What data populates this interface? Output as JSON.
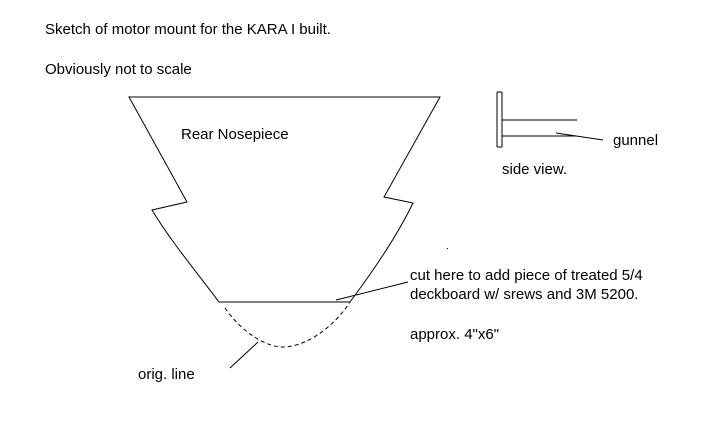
{
  "title": "Sketch of motor mount for the KARA I built.",
  "subtitle": "Obviously not to scale",
  "labels": {
    "rear_nosepiece": "Rear Nosepiece",
    "gunnel": "gunnel",
    "side_view": "side view.",
    "cut_line1": "cut here to add piece of treated 5/4",
    "cut_line2": "deckboard w/ srews and 3M 5200.",
    "approx": "approx.  4\"x6\"",
    "orig_line": "orig. line"
  },
  "colors": {
    "ink": "#000000",
    "background": "#ffffff"
  }
}
